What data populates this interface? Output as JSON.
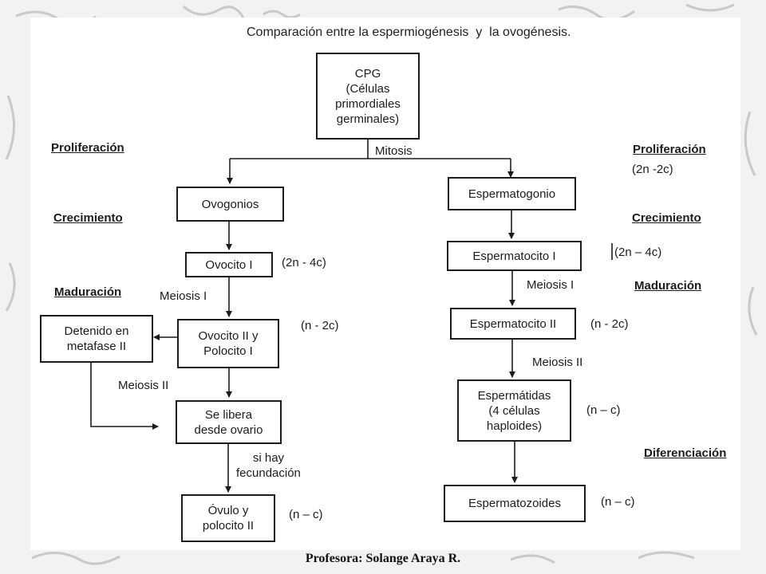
{
  "title": "Comparación entre la espermiogénesis  y  la ovogénesis.",
  "root": {
    "label": "CPG\n(Células\nprimordiales\ngerminales)"
  },
  "mitosis_label": "Mitosis",
  "left": {
    "stages": {
      "proliferacion": "Proliferación",
      "crecimiento": "Crecimiento",
      "maduracion": "Maduración"
    },
    "boxes": {
      "ovogonios": "Ovogonios",
      "ovocito1": "Ovocito I",
      "ovocito2": "Ovocito II y\nPolocito I",
      "detenido": "Detenido en\nmetafase II",
      "libera": "Se libera\ndesde ovario",
      "ovulo": "Óvulo y\npolocito II"
    },
    "labels": {
      "ovocito1_ploidy": "(2n - 4c)",
      "meiosis1": "Meiosis I",
      "ovocito2_ploidy": "(n - 2c)",
      "meiosis2": "Meiosis II",
      "fecundacion": "si hay\nfecundación",
      "ovulo_ploidy": "(n – c)"
    }
  },
  "right": {
    "stages": {
      "proliferacion": "Proliferación",
      "proliferacion_ploidy": "(2n -2c)",
      "crecimiento": "Crecimiento",
      "maduracion": "Maduración",
      "diferenciacion": "Diferenciación"
    },
    "boxes": {
      "espermatogonio": "Espermatogonio",
      "espermatocito1": "Espermatocito I",
      "espermatocito2": "Espermatocito II",
      "espermatidas": "Espermátidas\n(4 células\nhaploides)",
      "espermatozoides": "Espermatozoides"
    },
    "labels": {
      "espermatocito1_ploidy": "(2n – 4c)",
      "meiosis1": "Meiosis I",
      "espermatocito2_ploidy": "(n - 2c)",
      "meiosis2": "Meiosis II",
      "espermatidas_ploidy": "(n – c)",
      "espermatozoides_ploidy": "(n – c)"
    }
  },
  "footer": "Profesora:  Solange Araya R."
}
